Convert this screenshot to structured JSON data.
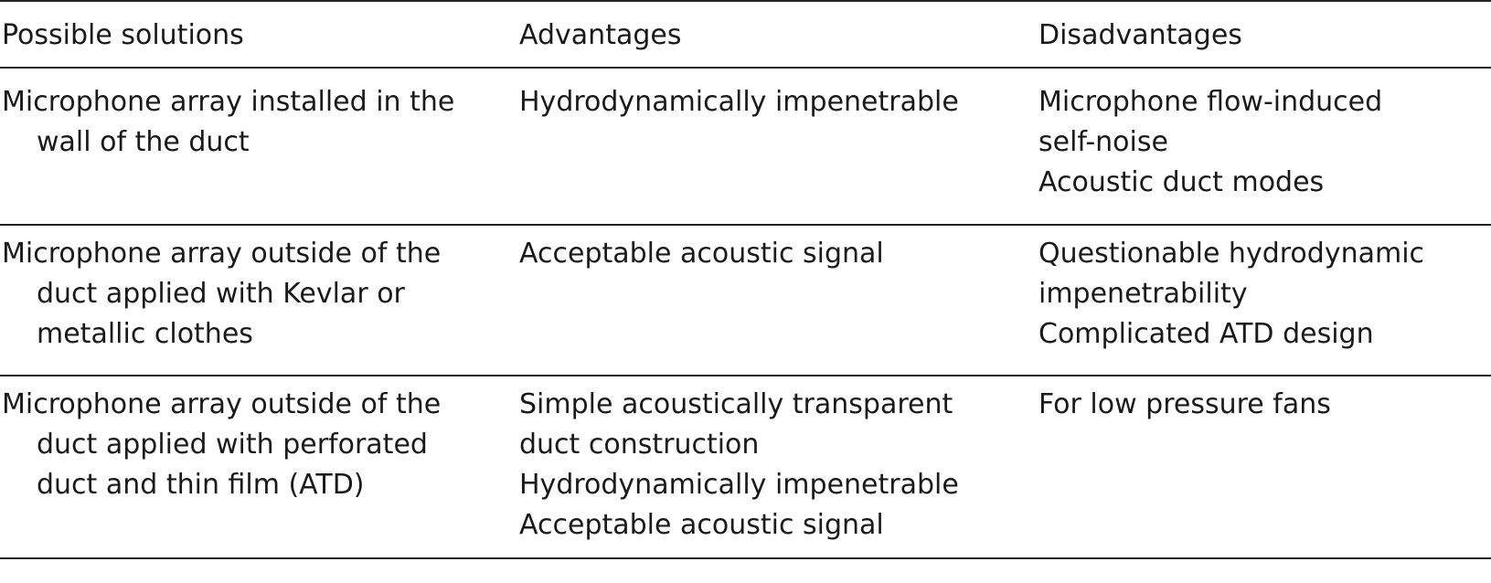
{
  "table": {
    "headers": [
      "Possible solutions",
      "Advantages",
      "Disadvantages"
    ],
    "rows": [
      {
        "solution": [
          "Microphone array installed in the",
          "wall of the duct"
        ],
        "advantages": [
          "Hydrodynamically impenetrable"
        ],
        "disadvantages": [
          "Microphone flow-induced",
          "self-noise",
          "Acoustic duct modes"
        ]
      },
      {
        "solution": [
          "Microphone array outside of the",
          "duct applied with Kevlar or",
          "metallic clothes"
        ],
        "advantages": [
          "Acceptable acoustic signal"
        ],
        "disadvantages": [
          "Questionable hydrodynamic",
          "impenetrability",
          "Complicated ATD design"
        ]
      },
      {
        "solution": [
          "Microphone array outside of the",
          "duct applied with perforated",
          "duct and thin film (ATD)"
        ],
        "advantages": [
          "Simple acoustically transparent",
          "duct construction",
          "Hydrodynamically impenetrable",
          "Acceptable acoustic signal"
        ],
        "disadvantages": [
          "For low pressure fans"
        ]
      }
    ]
  }
}
